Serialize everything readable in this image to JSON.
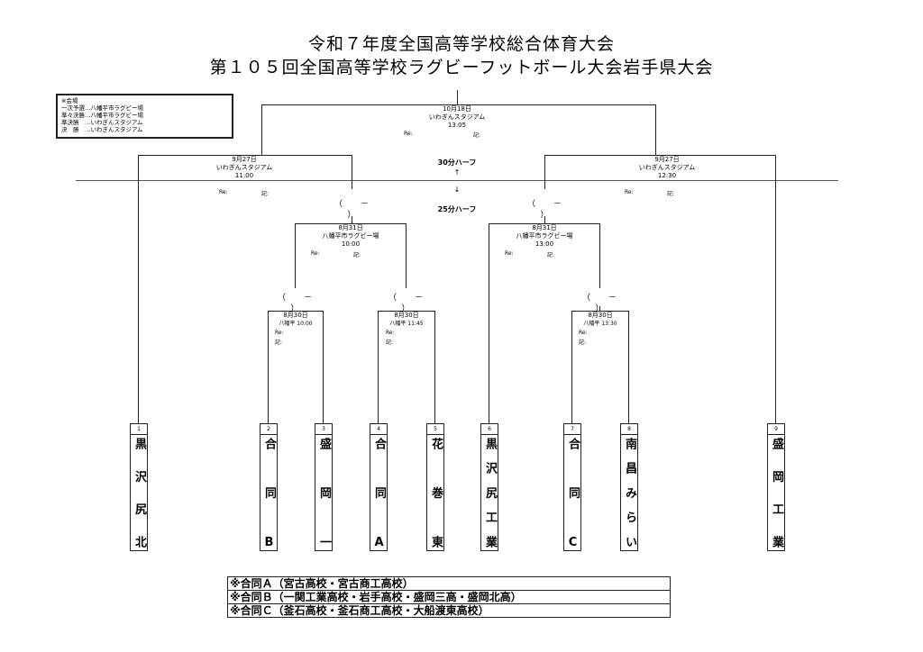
{
  "title": {
    "line1": "令和７年度全国高等学校総合体育大会",
    "line2": "第１０５回全国高等学校ラグビーフットボール大会岩手県大会"
  },
  "legend": {
    "lines": [
      "※会場",
      "一次予選…八幡平市ラグビー場",
      "準々決勝…八幡平市ラグビー場",
      "準決勝　…いわぎんスタジアム",
      "決　勝　…いわぎんスタジアム"
    ]
  },
  "labels": {
    "re": "Re:",
    "ki": "記:",
    "paren_open": "（",
    "paren_close": "）",
    "dash": "－"
  },
  "center": {
    "half30": "30分ハーフ",
    "up": "↑",
    "down": "↓",
    "half25": "25分ハーフ"
  },
  "final": {
    "date": "10月18日",
    "venue": "いわぎんスタジアム",
    "time": "13:05"
  },
  "semis": [
    {
      "date": "9月27日",
      "venue": "いわぎんスタジアム",
      "time": "11:00"
    },
    {
      "date": "9月27日",
      "venue": "いわぎんスタジアム",
      "time": "12:30"
    }
  ],
  "quarters": [
    {
      "date": "8月31日",
      "venue": "八幡平市ラグビー場",
      "time": "10:00"
    },
    {
      "date": "8月31日",
      "venue": "八幡平市ラグビー場",
      "time": "13:00"
    }
  ],
  "first_round": [
    {
      "date": "8月30日",
      "info": "八幡平 10:00"
    },
    {
      "date": "8月30日",
      "info": "八幡平 11:45"
    },
    {
      "date": "8月30日",
      "info": "八幡平 13:30"
    }
  ],
  "teams": [
    {
      "num": "1",
      "name": "黒沢尻北"
    },
    {
      "num": "2",
      "name": "合同B"
    },
    {
      "num": "3",
      "name": "盛岡一"
    },
    {
      "num": "4",
      "name": "合同A"
    },
    {
      "num": "5",
      "name": "花巻東"
    },
    {
      "num": "6",
      "name": "黒沢尻工業"
    },
    {
      "num": "7",
      "name": "合同C"
    },
    {
      "num": "8",
      "name": "南昌みらい"
    },
    {
      "num": "9",
      "name": "盛岡工業"
    }
  ],
  "notes": [
    "※合同Ａ（宮古高校・宮古商工高校）",
    "※合同Ｂ（一関工業高校・岩手高校・盛岡三高・盛岡北高）",
    "※合同Ｃ（釜石高校・釜石商工高校・大船渡東高校）"
  ]
}
